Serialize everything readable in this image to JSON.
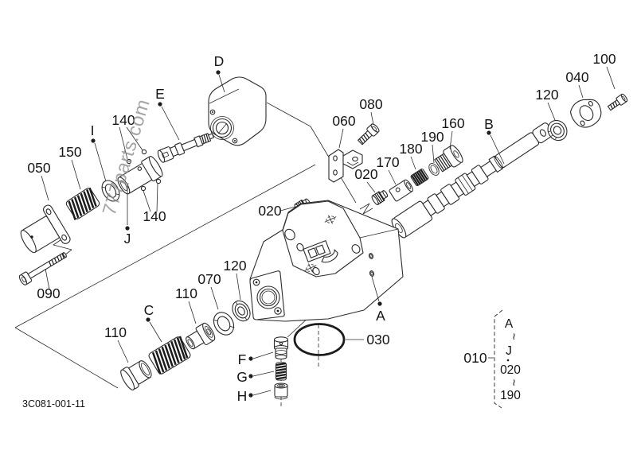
{
  "diagram": {
    "doc_number": "3C081-001-11",
    "watermark": "777parts.com",
    "callouts": {
      "n050": "050",
      "n150": "150",
      "letter_i": "I",
      "n140_top": "140",
      "letter_e": "E",
      "letter_d": "D",
      "letter_j": "J",
      "n090": "090",
      "n140_bottom": "140",
      "n020_top": "020",
      "n060": "060",
      "n080": "080",
      "n020_mid": "020",
      "n170": "170",
      "n180": "180",
      "n190": "190",
      "n160": "160",
      "letter_b": "B",
      "n120_right": "120",
      "n040": "040",
      "n100": "100",
      "n110_mid": "110",
      "n070": "070",
      "n120_left": "120",
      "letter_c": "C",
      "n110_low": "110",
      "letter_f": "F",
      "letter_g": "G",
      "letter_h": "H",
      "letter_a": "A",
      "n030": "030",
      "n010": "010"
    },
    "legend": {
      "letter_start": "A",
      "letter_end": "J",
      "number_start": "020",
      "number_end": "190",
      "tilde": "~"
    }
  }
}
